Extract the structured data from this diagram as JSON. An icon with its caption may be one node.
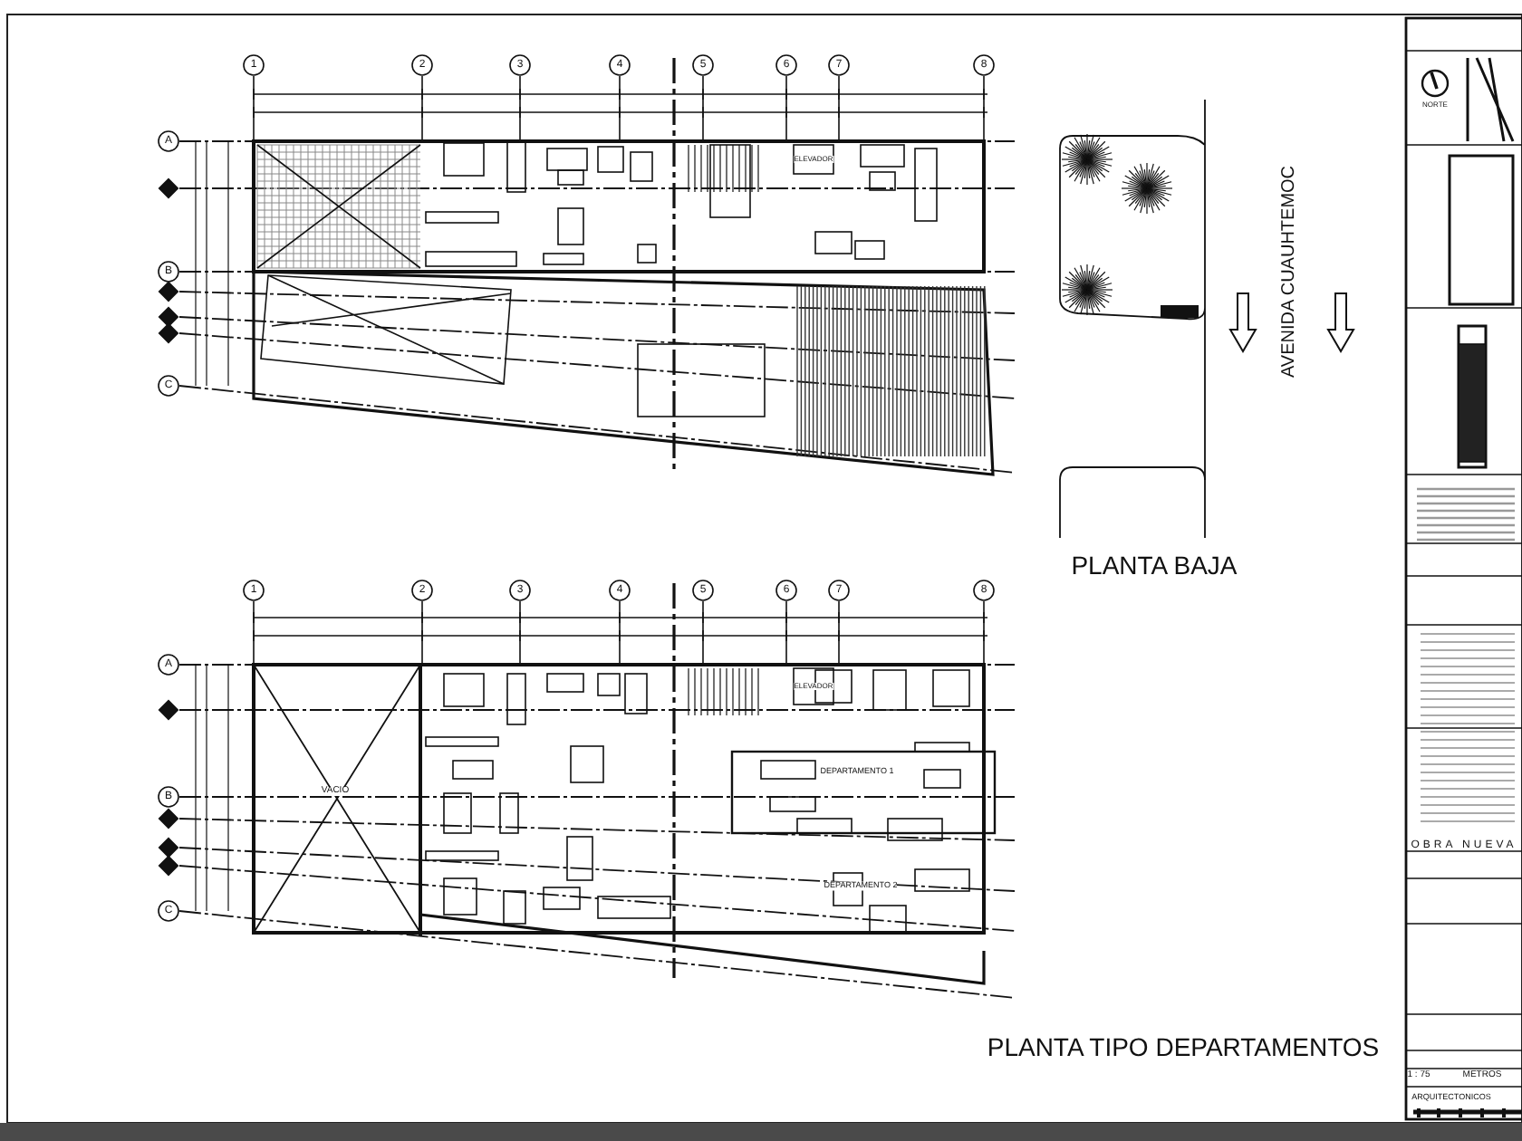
{
  "diagram": {
    "labels": [
      "1",
      "2",
      "3",
      "4",
      "5",
      "6",
      "7",
      "8",
      "A",
      "B",
      "C",
      "ELEVADOR",
      "AVENIDA CUAUHTEMOC",
      "PLANTA BAJA",
      "1",
      "2",
      "3",
      "4",
      "5",
      "6",
      "7",
      "8",
      "A",
      "B",
      "C",
      "VACIO",
      "ELEVADOR",
      "DEPARTAMENTO 1",
      "DEPARTAMENTO 2",
      "PLANTA TIPO DEPARTAMENTOS",
      "NORTE",
      "OBRA NUEVA",
      "1 : 75",
      "METROS",
      "ARQUITECTONICOS"
    ]
  }
}
